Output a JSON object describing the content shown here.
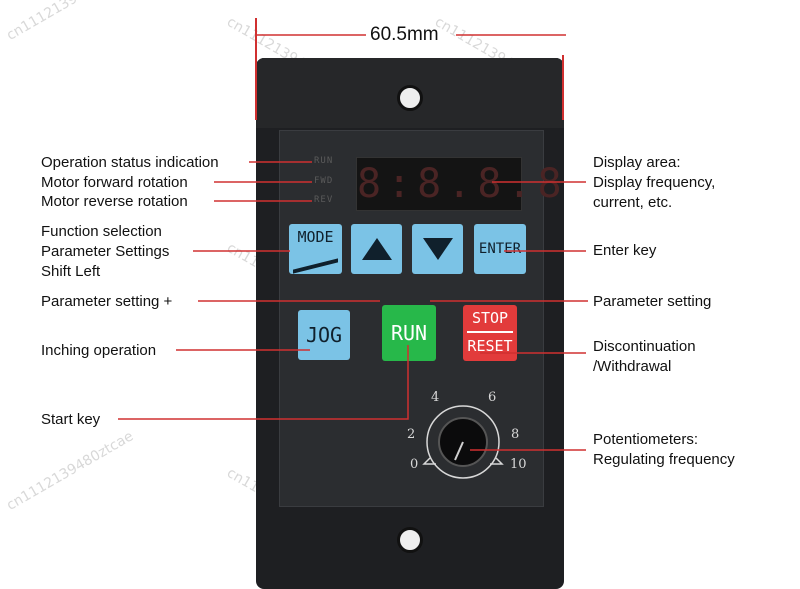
{
  "dimension": "60.5mm",
  "left_labels": {
    "status": "Operation status indication",
    "forward": "Motor forward rotation",
    "reverse": "Motor reverse rotation",
    "function_1": "Function selection",
    "function_2": "Parameter Settings",
    "function_3": "Shift Left",
    "param_plus": "Parameter setting +",
    "inching": "Inching operation",
    "start": "Start key"
  },
  "right_labels": {
    "display_1": "Display area:",
    "display_2": "Display frequency,",
    "display_3": "current, etc.",
    "enter": "Enter key",
    "param_minus": "Parameter setting",
    "stop_1": "Discontinuation",
    "stop_2": "/Withdrawal",
    "pot_1": "Potentiometers:",
    "pot_2": "Regulating frequency"
  },
  "indicators": [
    "RUN",
    "FWD",
    "REV"
  ],
  "display_text": "8:8.8.8",
  "keys": {
    "mode": "MODE",
    "enter": "ENTER",
    "jog": "JOG",
    "run": "RUN",
    "stop": "STOP",
    "reset": "RESET"
  },
  "dial_scale": [
    "0",
    "2",
    "4",
    "6",
    "8",
    "10"
  ],
  "watermark": "cn1112139480ztcae",
  "colors": {
    "panel": "#1e1f22",
    "key_blue": "#7bc3e6",
    "run_green": "#27b84a",
    "stop_red": "#e23b3b",
    "leader_red": "#d03030"
  }
}
